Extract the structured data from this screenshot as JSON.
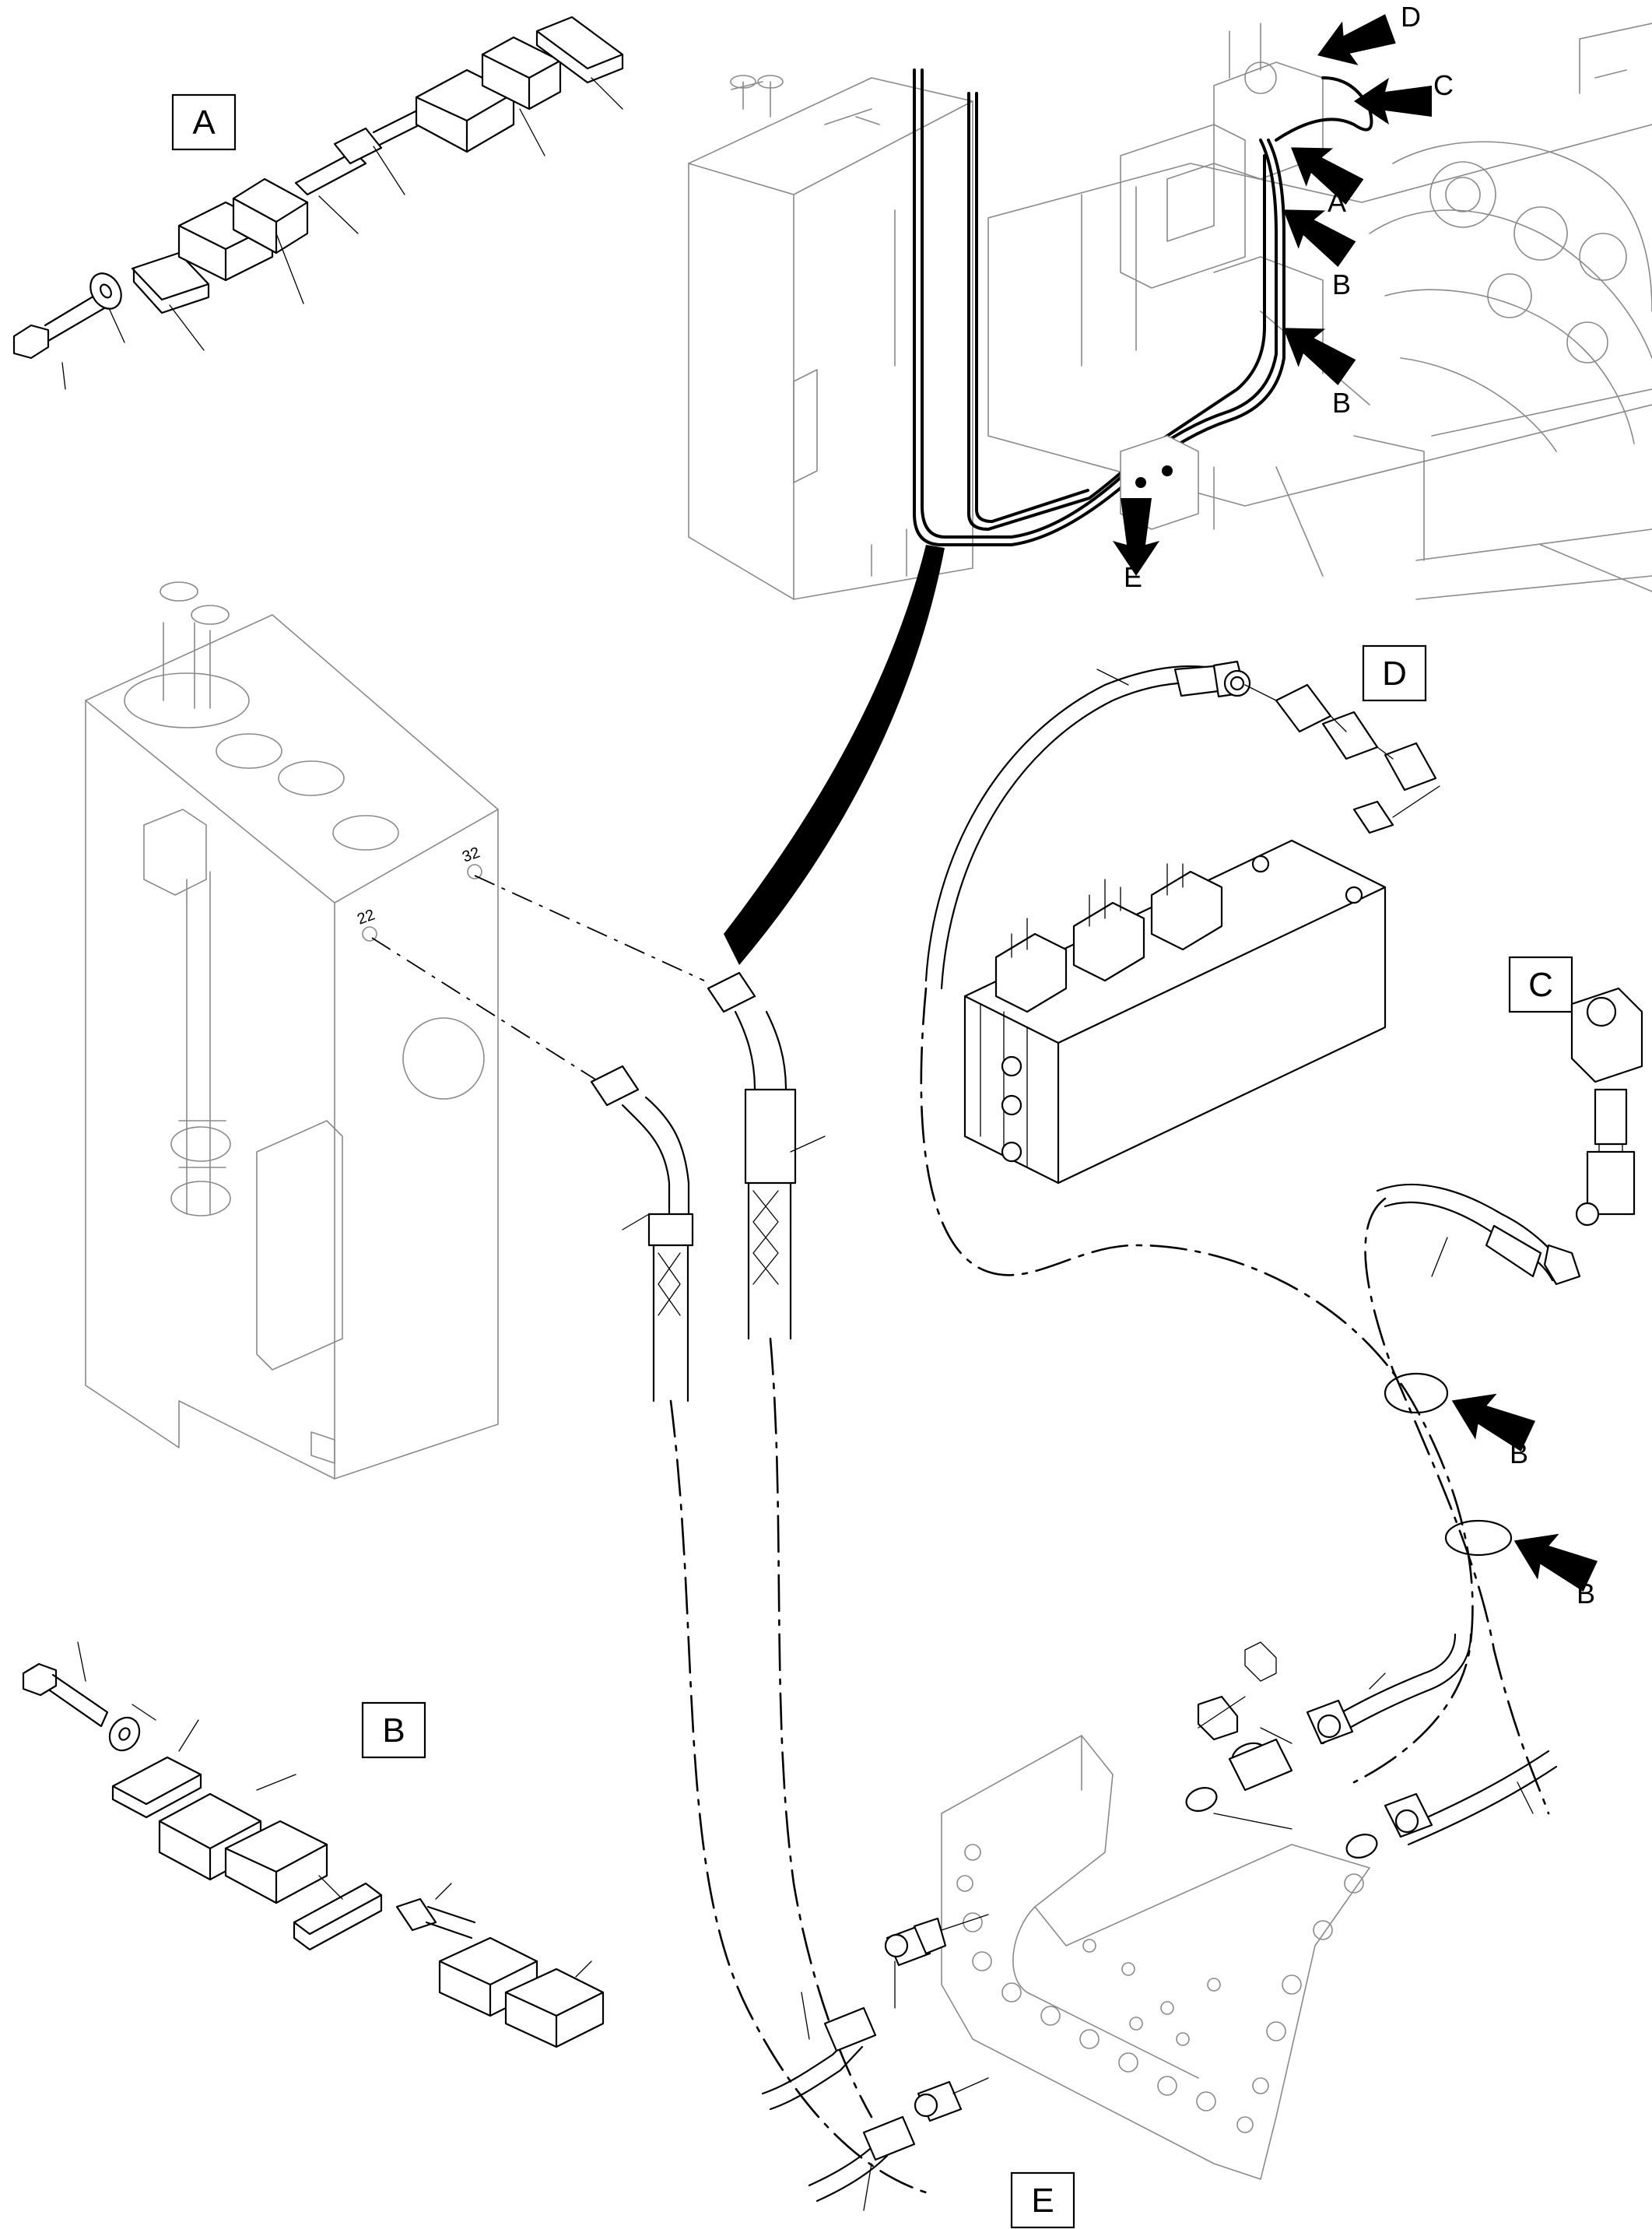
{
  "detail_labels": {
    "a": "A",
    "b": "B",
    "c": "C",
    "d": "D",
    "e": "E"
  },
  "overview_callouts": {
    "d": "D",
    "c": "C",
    "a": "A",
    "b1": "B",
    "b2": "B",
    "e": "E"
  },
  "hose_callouts": {
    "b1": "B",
    "b2": "B"
  },
  "port_numbers": {
    "upper": "32",
    "lower": "22"
  },
  "colors": {
    "line": "#000000",
    "background_component": "#8a8a8a",
    "paper": "#ffffff"
  },
  "icons": [
    "callout-arrow-icon"
  ]
}
